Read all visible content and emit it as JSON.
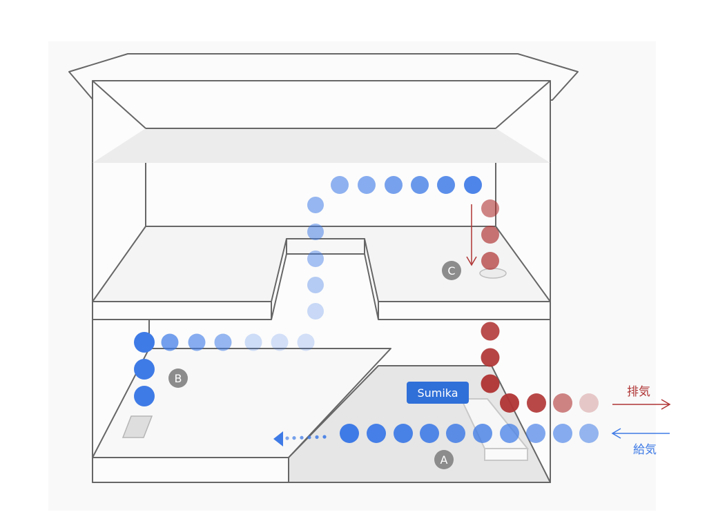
{
  "device": {
    "label": "Sumika"
  },
  "markers": {
    "a": "A",
    "b": "B",
    "c": "C"
  },
  "airflow": {
    "exhaust_label": "排気",
    "supply_label": "給気"
  },
  "colors": {
    "supply_blue": "#3f7be6",
    "exhaust_red": "#b03434",
    "outline": "#666666",
    "marker_grey": "#8c8c8c",
    "device_blue": "#2f6fd8",
    "floor_shade": "#e6e6e6"
  }
}
